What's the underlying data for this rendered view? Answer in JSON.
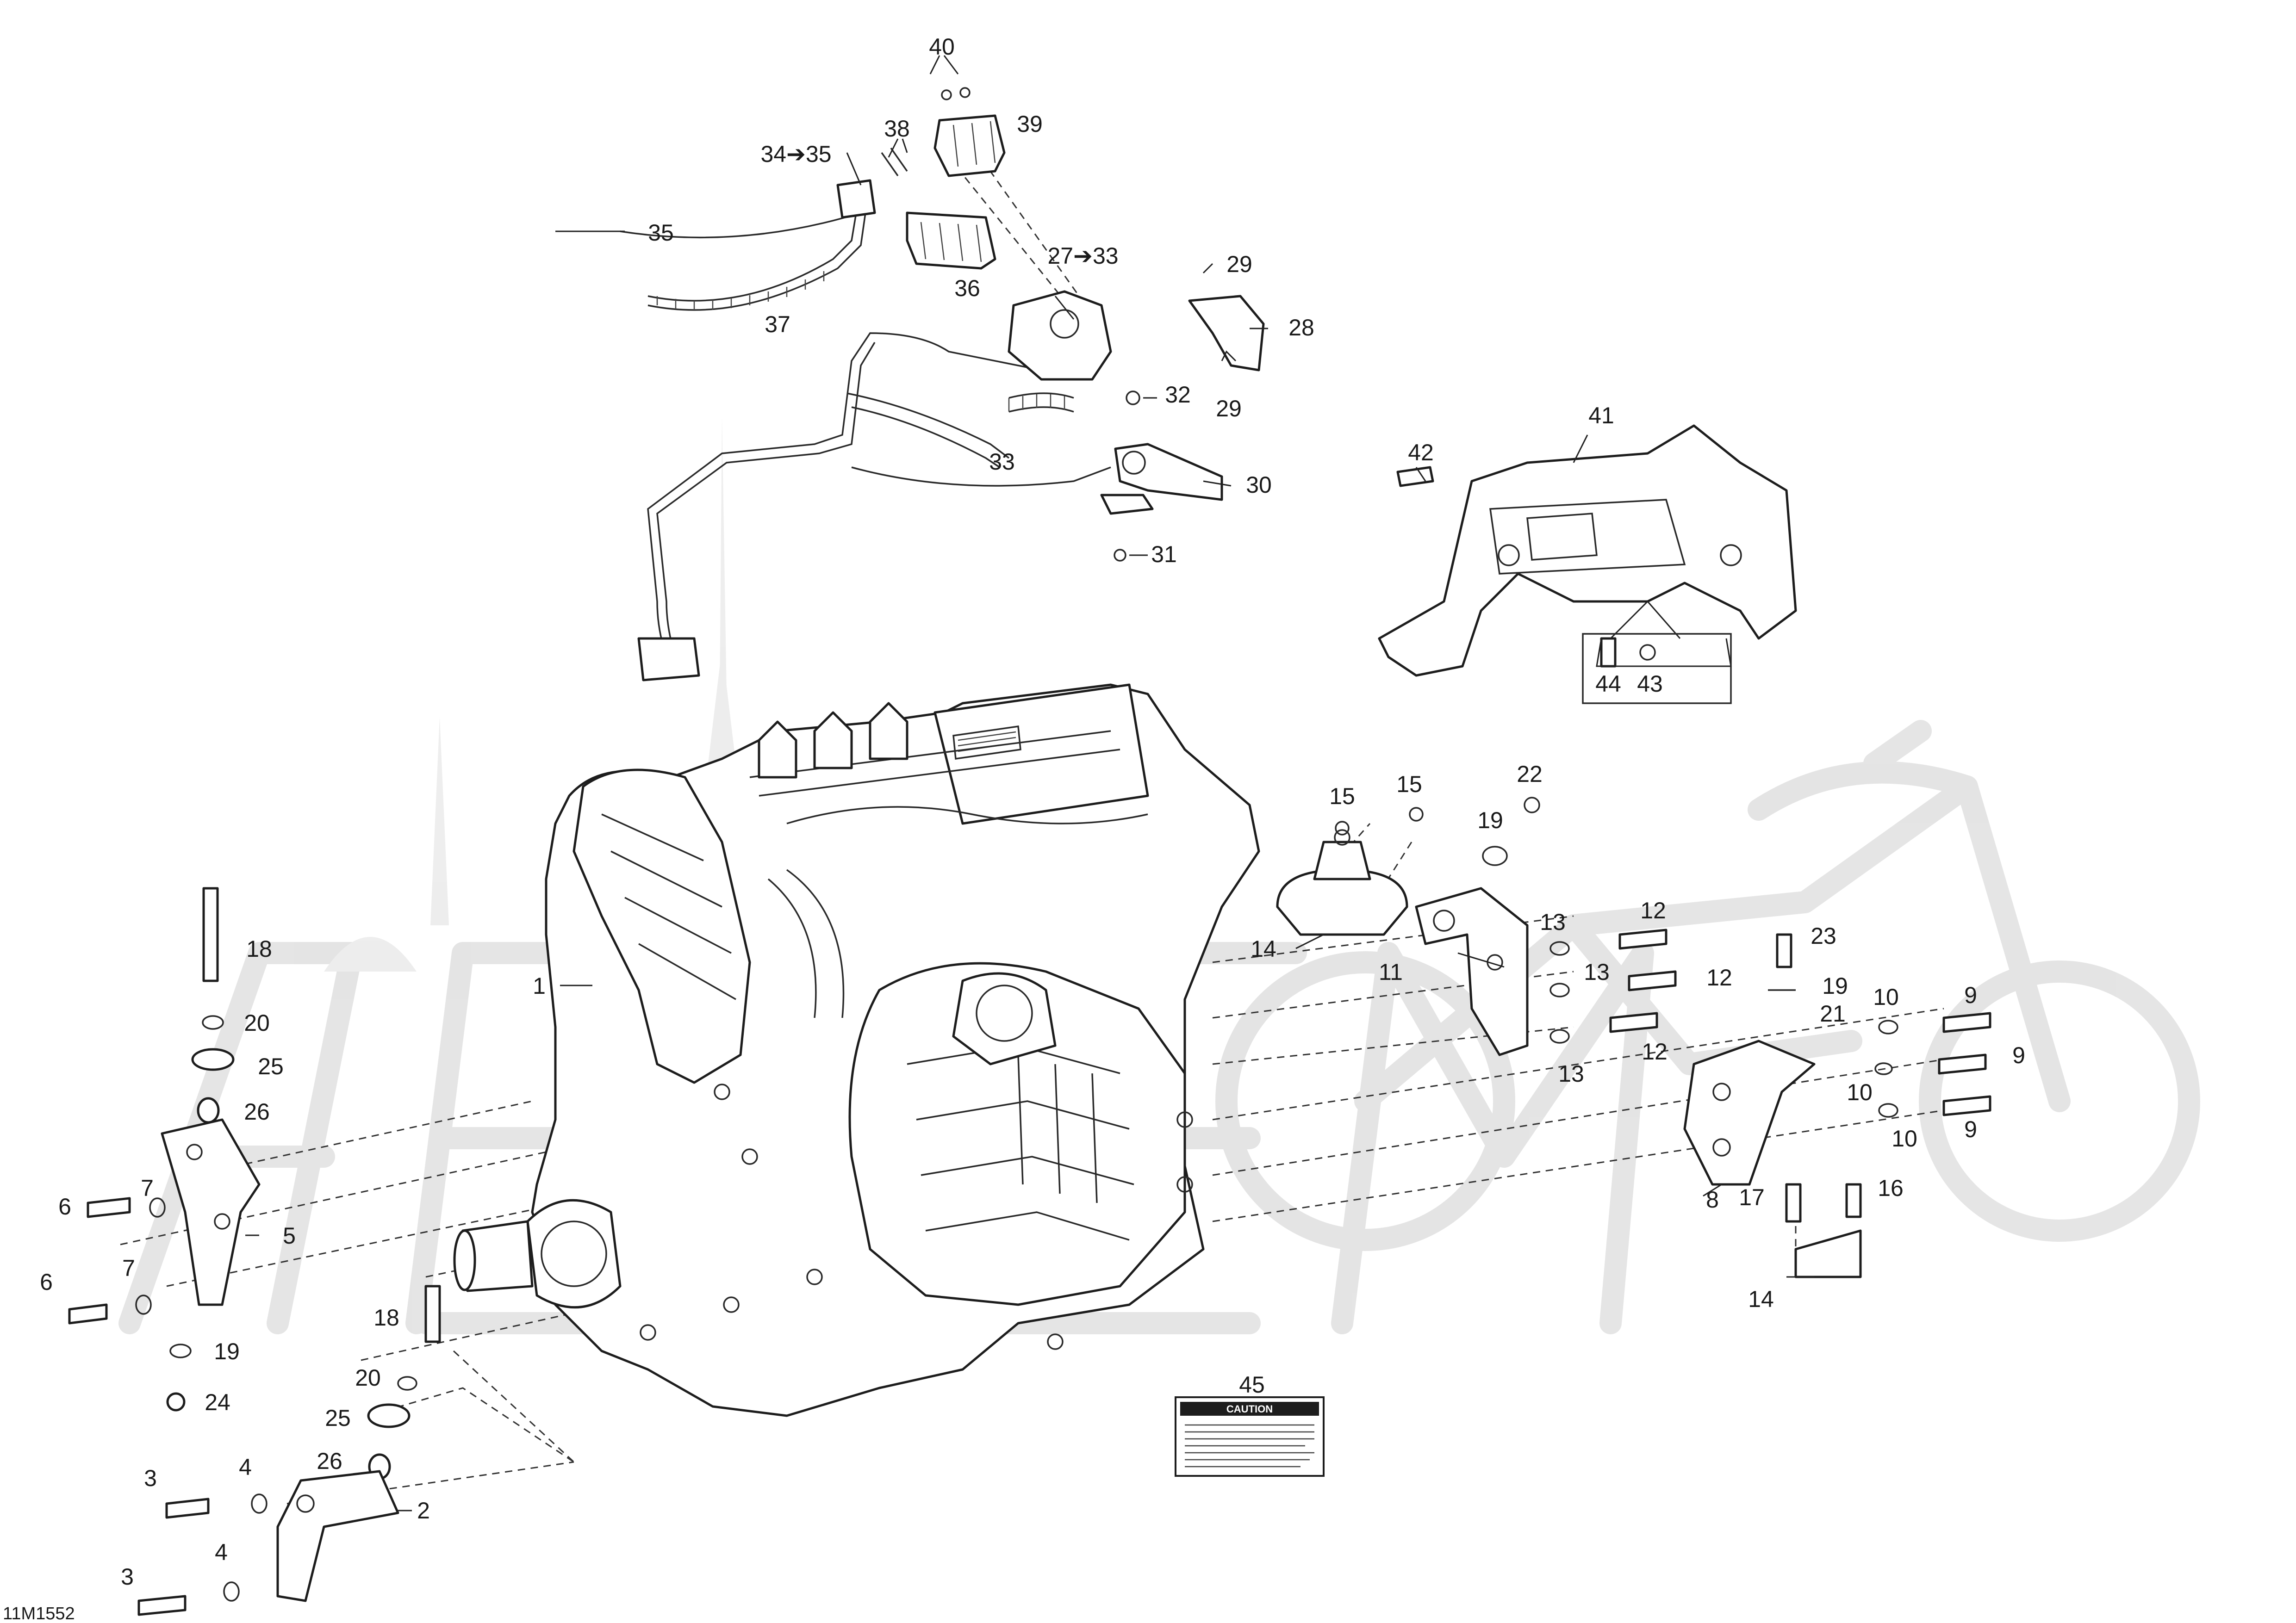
{
  "drawing_code": "11M1552",
  "caution_label": {
    "heading": "CAUTION"
  },
  "callouts": [
    {
      "id": "c1",
      "text": "1"
    },
    {
      "id": "c2",
      "text": "2"
    },
    {
      "id": "c3a",
      "text": "3"
    },
    {
      "id": "c3b",
      "text": "3"
    },
    {
      "id": "c4a",
      "text": "4"
    },
    {
      "id": "c4b",
      "text": "4"
    },
    {
      "id": "c5",
      "text": "5"
    },
    {
      "id": "c6a",
      "text": "6"
    },
    {
      "id": "c6b",
      "text": "6"
    },
    {
      "id": "c7a",
      "text": "7"
    },
    {
      "id": "c7b",
      "text": "7"
    },
    {
      "id": "c8",
      "text": "8"
    },
    {
      "id": "c9a",
      "text": "9"
    },
    {
      "id": "c9b",
      "text": "9"
    },
    {
      "id": "c9c",
      "text": "9"
    },
    {
      "id": "c10a",
      "text": "10"
    },
    {
      "id": "c10b",
      "text": "10"
    },
    {
      "id": "c10c",
      "text": "10"
    },
    {
      "id": "c11",
      "text": "11"
    },
    {
      "id": "c12a",
      "text": "12"
    },
    {
      "id": "c12b",
      "text": "12"
    },
    {
      "id": "c12c",
      "text": "12"
    },
    {
      "id": "c13a",
      "text": "13"
    },
    {
      "id": "c13b",
      "text": "13"
    },
    {
      "id": "c13c",
      "text": "13"
    },
    {
      "id": "c14a",
      "text": "14"
    },
    {
      "id": "c14b",
      "text": "14"
    },
    {
      "id": "c15a",
      "text": "15"
    },
    {
      "id": "c15b",
      "text": "15"
    },
    {
      "id": "c16",
      "text": "16"
    },
    {
      "id": "c17",
      "text": "17"
    },
    {
      "id": "c18a",
      "text": "18"
    },
    {
      "id": "c18b",
      "text": "18"
    },
    {
      "id": "c19a",
      "text": "19"
    },
    {
      "id": "c19b",
      "text": "19"
    },
    {
      "id": "c19c",
      "text": "19"
    },
    {
      "id": "c20a",
      "text": "20"
    },
    {
      "id": "c20b",
      "text": "20"
    },
    {
      "id": "c21",
      "text": "21"
    },
    {
      "id": "c22",
      "text": "22"
    },
    {
      "id": "c23",
      "text": "23"
    },
    {
      "id": "c24",
      "text": "24"
    },
    {
      "id": "c25a",
      "text": "25"
    },
    {
      "id": "c25b",
      "text": "25"
    },
    {
      "id": "c26a",
      "text": "26"
    },
    {
      "id": "c26b",
      "text": "26"
    },
    {
      "id": "c27",
      "text": "27➔33"
    },
    {
      "id": "c28",
      "text": "28"
    },
    {
      "id": "c29a",
      "text": "29"
    },
    {
      "id": "c29b",
      "text": "29"
    },
    {
      "id": "c30",
      "text": "30"
    },
    {
      "id": "c31",
      "text": "31"
    },
    {
      "id": "c32",
      "text": "32"
    },
    {
      "id": "c33",
      "text": "33"
    },
    {
      "id": "c34",
      "text": "34➔35"
    },
    {
      "id": "c35",
      "text": "35"
    },
    {
      "id": "c36",
      "text": "36"
    },
    {
      "id": "c37",
      "text": "37"
    },
    {
      "id": "c38",
      "text": "38"
    },
    {
      "id": "c39",
      "text": "39"
    },
    {
      "id": "c40",
      "text": "40"
    },
    {
      "id": "c41",
      "text": "41"
    },
    {
      "id": "c42",
      "text": "42"
    },
    {
      "id": "c43",
      "text": "43"
    },
    {
      "id": "c44",
      "text": "44"
    },
    {
      "id": "c45",
      "text": "45"
    }
  ],
  "colors": {
    "line": "#1d1d1d",
    "watermark": "#e2e2e2",
    "background": "#ffffff"
  }
}
